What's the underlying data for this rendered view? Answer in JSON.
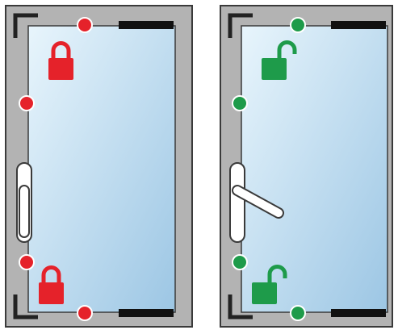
{
  "colors": {
    "frame": "#b3b3b3",
    "frame_stroke": "#3a3a3a",
    "glass_light": "#e8f5fc",
    "glass_dark": "#9cc6e4",
    "locked": "#e5222a",
    "unlocked": "#1e9b4a",
    "seal": "#111111",
    "handle_fill": "#ffffff",
    "handle_stroke": "#3a3a3a"
  },
  "panels": [
    {
      "id": "locked",
      "state": "locked",
      "handle_position": "down",
      "icons": [
        "padlock-closed-icon",
        "padlock-closed-icon"
      ],
      "lock_points": 4
    },
    {
      "id": "unlocked",
      "state": "unlocked",
      "handle_position": "tilted",
      "icons": [
        "padlock-open-icon",
        "padlock-open-icon"
      ],
      "lock_points": 4
    }
  ]
}
